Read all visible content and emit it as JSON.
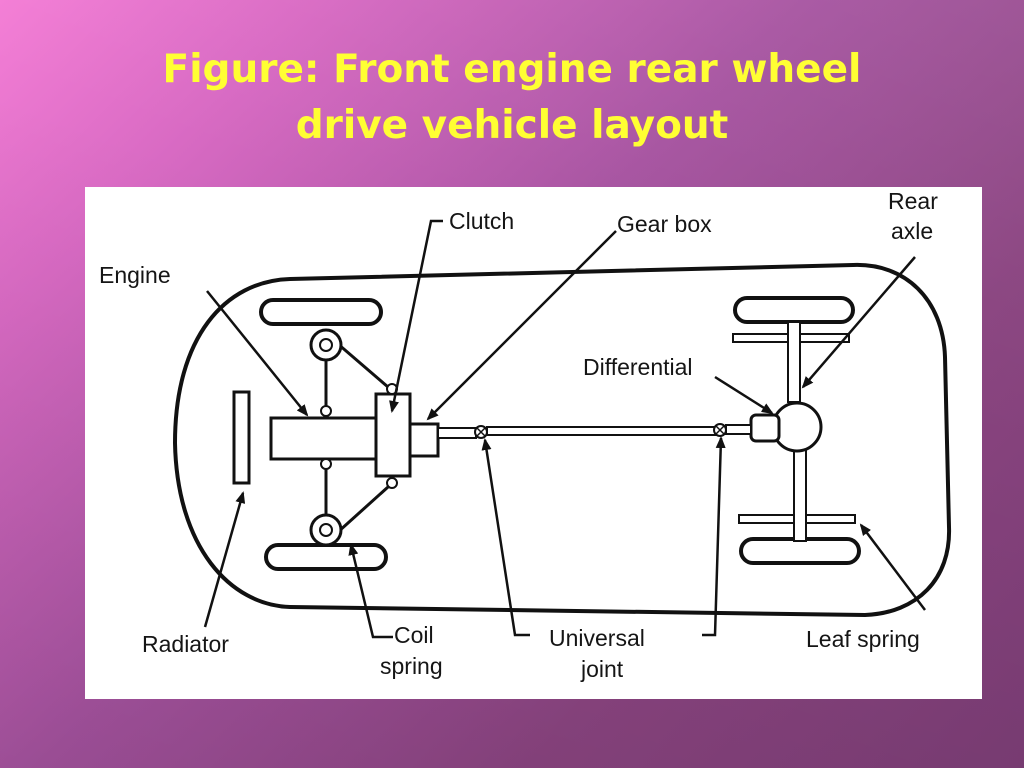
{
  "slide": {
    "title_line1": "Figure: Front engine rear wheel",
    "title_line2": "drive vehicle layout",
    "title_color": "#ffff33",
    "background_colors": [
      "#f47ed6",
      "#a653a0",
      "#7b3d75"
    ]
  },
  "diagram": {
    "labels": {
      "engine": "Engine",
      "clutch": "Clutch",
      "gear_box": "Gear box",
      "rear_axle_line1": "Rear",
      "rear_axle_line2": "axle",
      "differential": "Differential",
      "radiator": "Radiator",
      "coil_spring_line1": "Coil",
      "coil_spring_line2": "spring",
      "universal_joint_line1": "Universal",
      "universal_joint_line2": "joint",
      "leaf_spring": "Leaf spring"
    }
  }
}
